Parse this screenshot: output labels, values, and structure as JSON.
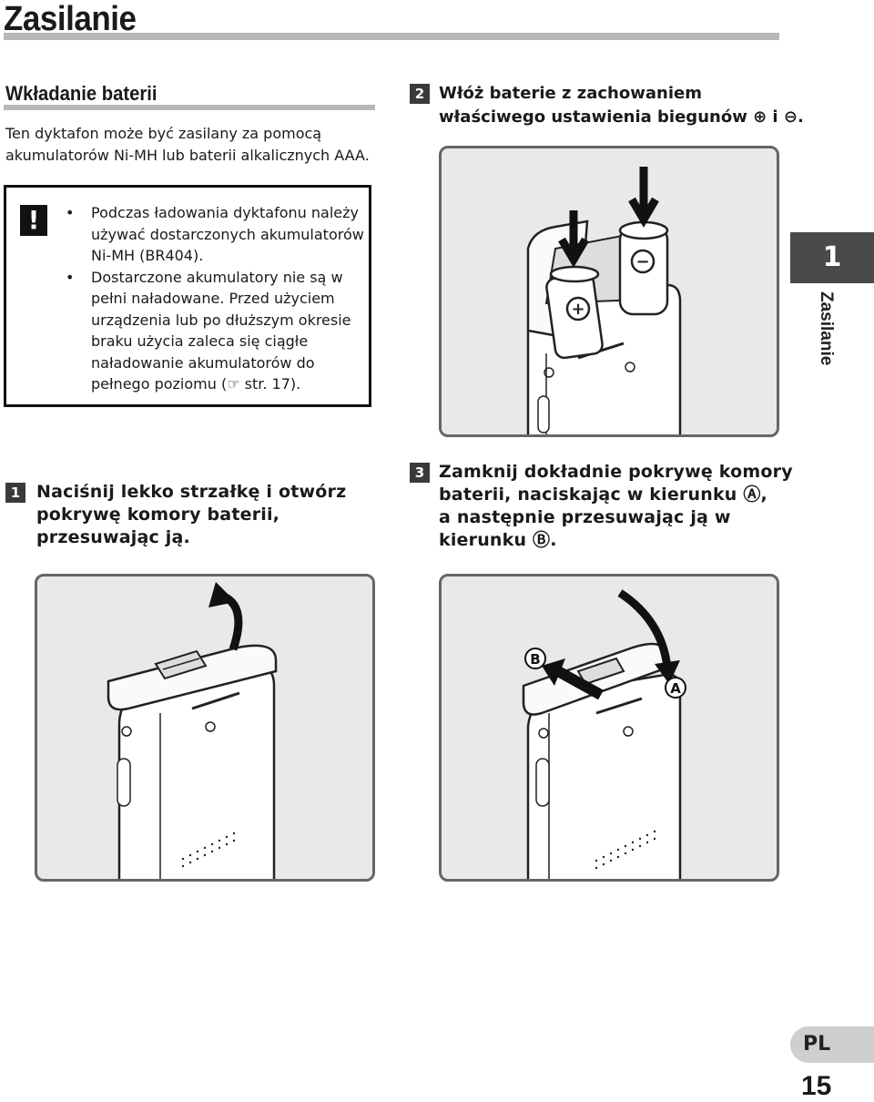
{
  "page": {
    "title": "Zasilanie",
    "section_title": "Wkładanie baterii",
    "intro_lines": [
      "Ten dyktafon może być zasilany za pomocą",
      "akumulatorów Ni-MH lub baterii alkalicznych AAA."
    ],
    "warning": {
      "icon": "!",
      "bullet": "•",
      "items": [
        {
          "lines": [
            "Podczas ładowania dyktafonu należy",
            "używać dostarczonych akumulatorów",
            "Ni-MH (BR404)."
          ]
        },
        {
          "lines": [
            "Dostarczone akumulatory nie są w",
            "pełni naładowane. Przed użyciem",
            "urządzenia lub po dłuższym okresie",
            "braku użycia zaleca się ciągłe",
            "naładowanie akumulatorów do",
            "pełnego poziomu (☞ str. 17)."
          ]
        }
      ]
    },
    "steps": [
      {
        "num": "1",
        "lines": [
          "Naciśnij lekko strzałkę i otwórz",
          "pokrywę komory baterii,",
          "przesuwając ją."
        ]
      },
      {
        "num": "2",
        "lines": [
          "Włóż baterie z zachowaniem",
          "właściwego ustawienia biegunów ⊕ i ⊖."
        ]
      },
      {
        "num": "3",
        "lines": [
          "Zamknij dokładnie pokrywę komory",
          "baterii, naciskając w kierunku Ⓐ,",
          "a następnie przesuwając ją w",
          "kierunku Ⓑ."
        ]
      }
    ],
    "figure_labels": {
      "plus": "+",
      "minus": "−",
      "a": "A",
      "b": "B"
    },
    "side_tab": {
      "number": "1",
      "label": "Zasilanie"
    },
    "language": "PL",
    "page_number": "15"
  }
}
